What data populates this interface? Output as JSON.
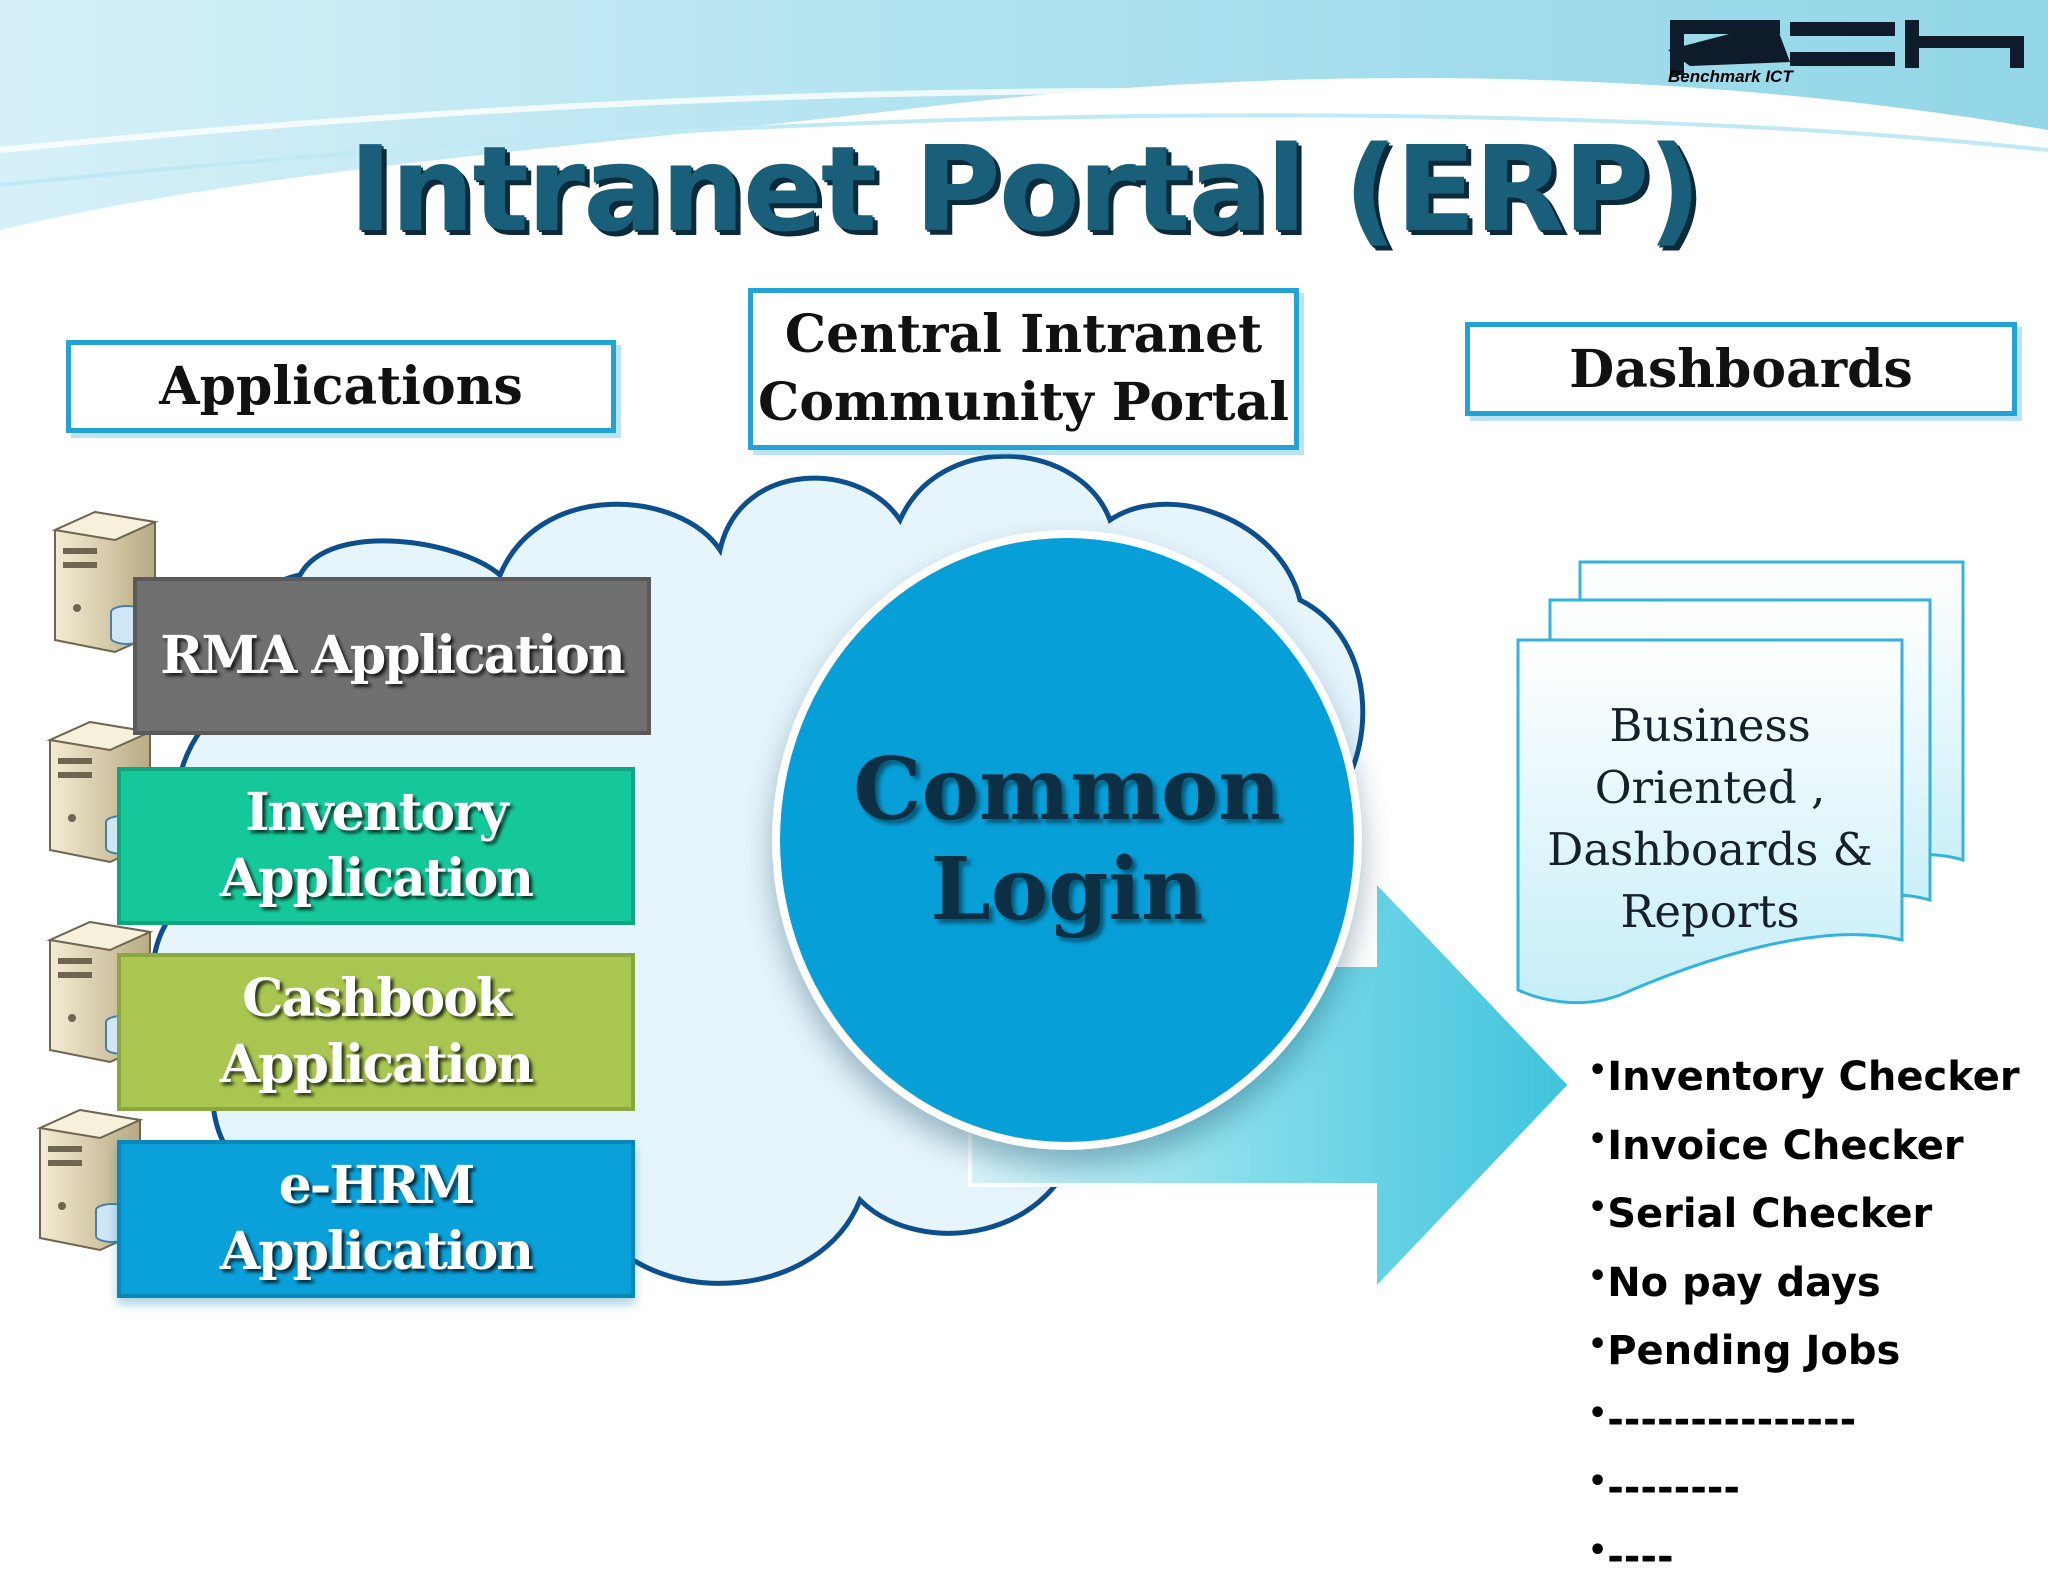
{
  "title": "Intranet Portal (ERP)",
  "logo": {
    "name": "PCH",
    "tagline": "Benchmark ICT"
  },
  "headers": {
    "applications": "Applications",
    "portal_line1": "Central Intranet",
    "portal_line2": "Community Portal",
    "dashboards": "Dashboards"
  },
  "applications": [
    {
      "label": "RMA Application",
      "color": "#707070"
    },
    {
      "label": "Inventory Application",
      "color": "#15c89a"
    },
    {
      "label": "Cashbook Application",
      "color": "#a8c650"
    },
    {
      "label": "e-HRM Application",
      "color": "#0aa0da"
    }
  ],
  "center": {
    "label": "Common Login",
    "color": "#079fd8"
  },
  "document": {
    "text": "Business Oriented , Dashboards & Reports"
  },
  "bullet_symbol": "•",
  "dashboard_items": [
    "Inventory Checker",
    "Invoice Checker",
    "Serial Checker",
    "No pay days",
    "Pending Jobs",
    "---------------",
    "--------",
    "----"
  ],
  "icons": [
    "server-icon"
  ],
  "colors": {
    "accent": "#22a3d6",
    "cloud_fill": "#e6f5fc",
    "cloud_stroke": "#0d4f8c",
    "arrow": "#5fd3e6"
  }
}
